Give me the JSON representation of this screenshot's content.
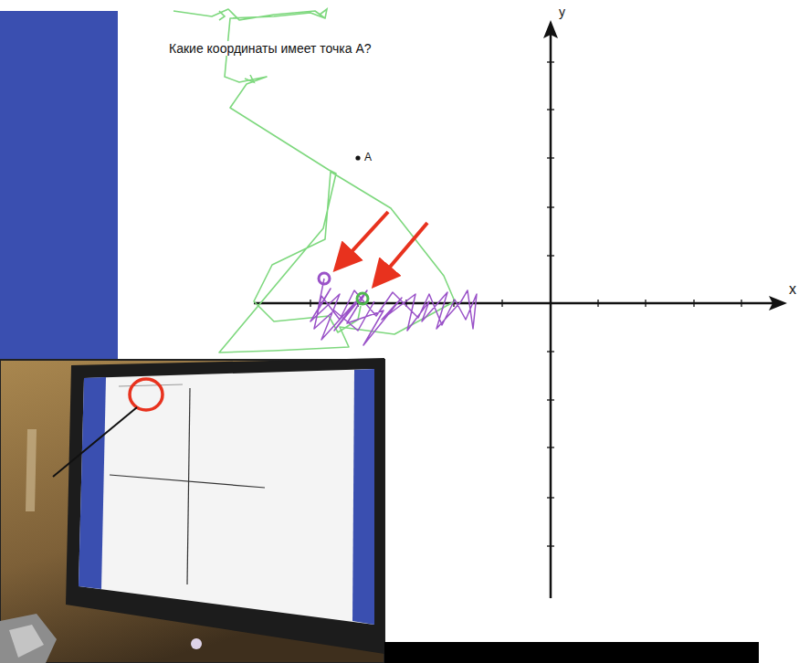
{
  "diagram": {
    "labels": [
      "Какие координаты имеет точка А?",
      "A",
      "y",
      "x"
    ]
  }
}
